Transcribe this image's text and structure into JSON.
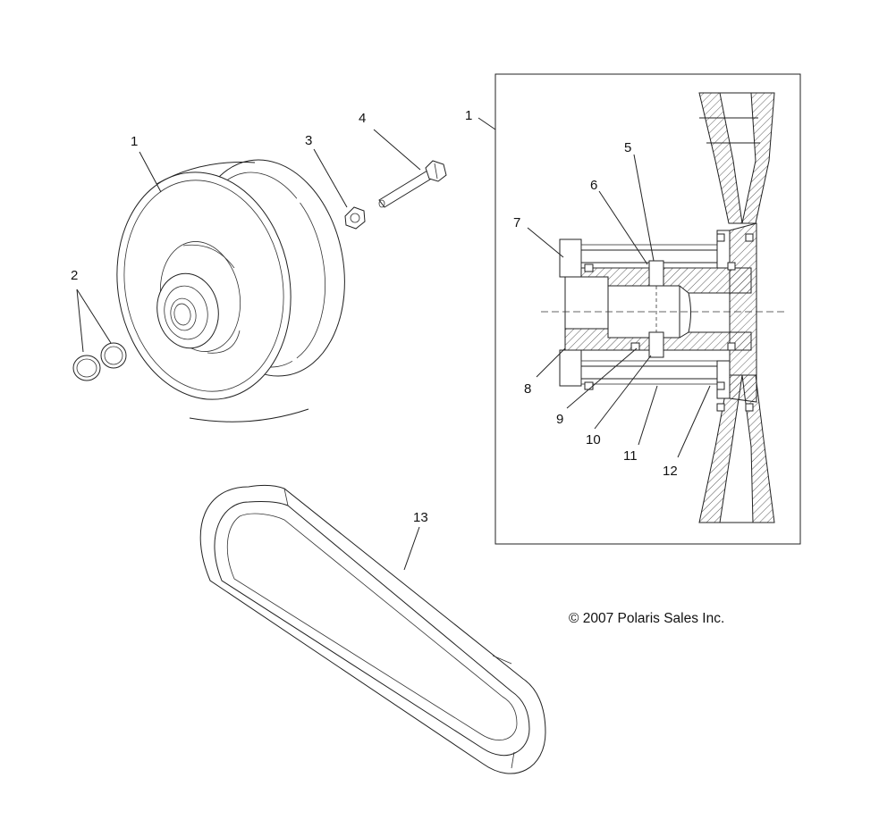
{
  "labels": {
    "pulley_left": "1",
    "rings": "2",
    "washer": "3",
    "bolt": "4",
    "section_ref": "1",
    "l5": "5",
    "l6": "6",
    "l7": "7",
    "l8": "8",
    "l9": "9",
    "l10": "10",
    "l11": "11",
    "l12": "12",
    "belt": "13"
  },
  "copyright": "© 2007 Polaris Sales Inc."
}
